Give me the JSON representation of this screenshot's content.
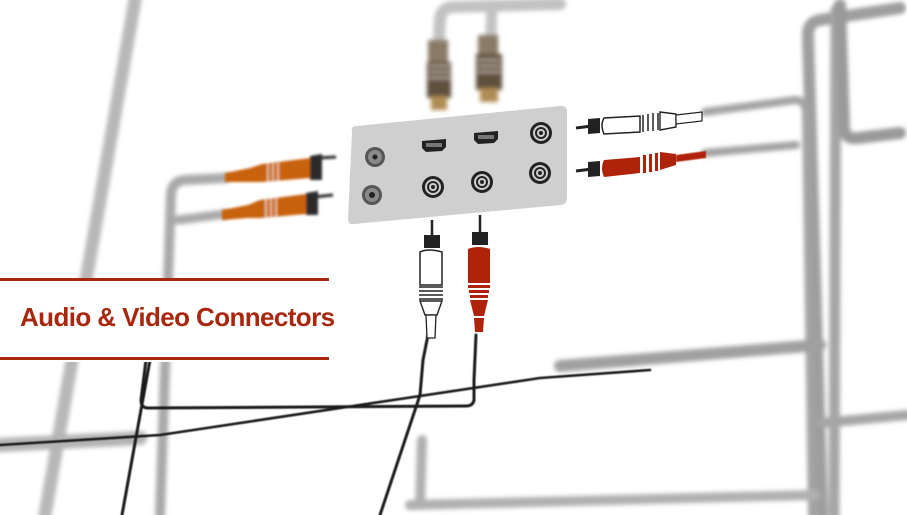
{
  "title": "Audio & Video Connectors",
  "colors": {
    "accent": "#a8270e",
    "panel": "#cfcfcf",
    "cable_gray": "#a9a9a9",
    "cable_black": "#1a1a1a",
    "orange_plug": "#c8620f",
    "red_plug": "#b0230b",
    "hdmi_plug": "#6b5a45",
    "port_dark": "#222222"
  },
  "panel": {
    "ports_top_row": [
      "rca-port-gray",
      "hdmi-port",
      "hdmi-port",
      "rca-port"
    ],
    "ports_bottom_row": [
      "rca-port-gray",
      "rca-port",
      "rca-port",
      "rca-port"
    ]
  },
  "connectors": [
    {
      "name": "hdmi-plug-left",
      "color": "hdmi_plug"
    },
    {
      "name": "hdmi-plug-right",
      "color": "hdmi_plug"
    },
    {
      "name": "rca-plug-orange-top",
      "color": "orange_plug"
    },
    {
      "name": "rca-plug-orange-bottom",
      "color": "orange_plug"
    },
    {
      "name": "rca-plug-white-bottom",
      "color": "white"
    },
    {
      "name": "rca-plug-red-bottom",
      "color": "red_plug"
    },
    {
      "name": "rca-plug-white-right",
      "color": "white"
    },
    {
      "name": "rca-plug-red-right",
      "color": "red_plug"
    }
  ]
}
